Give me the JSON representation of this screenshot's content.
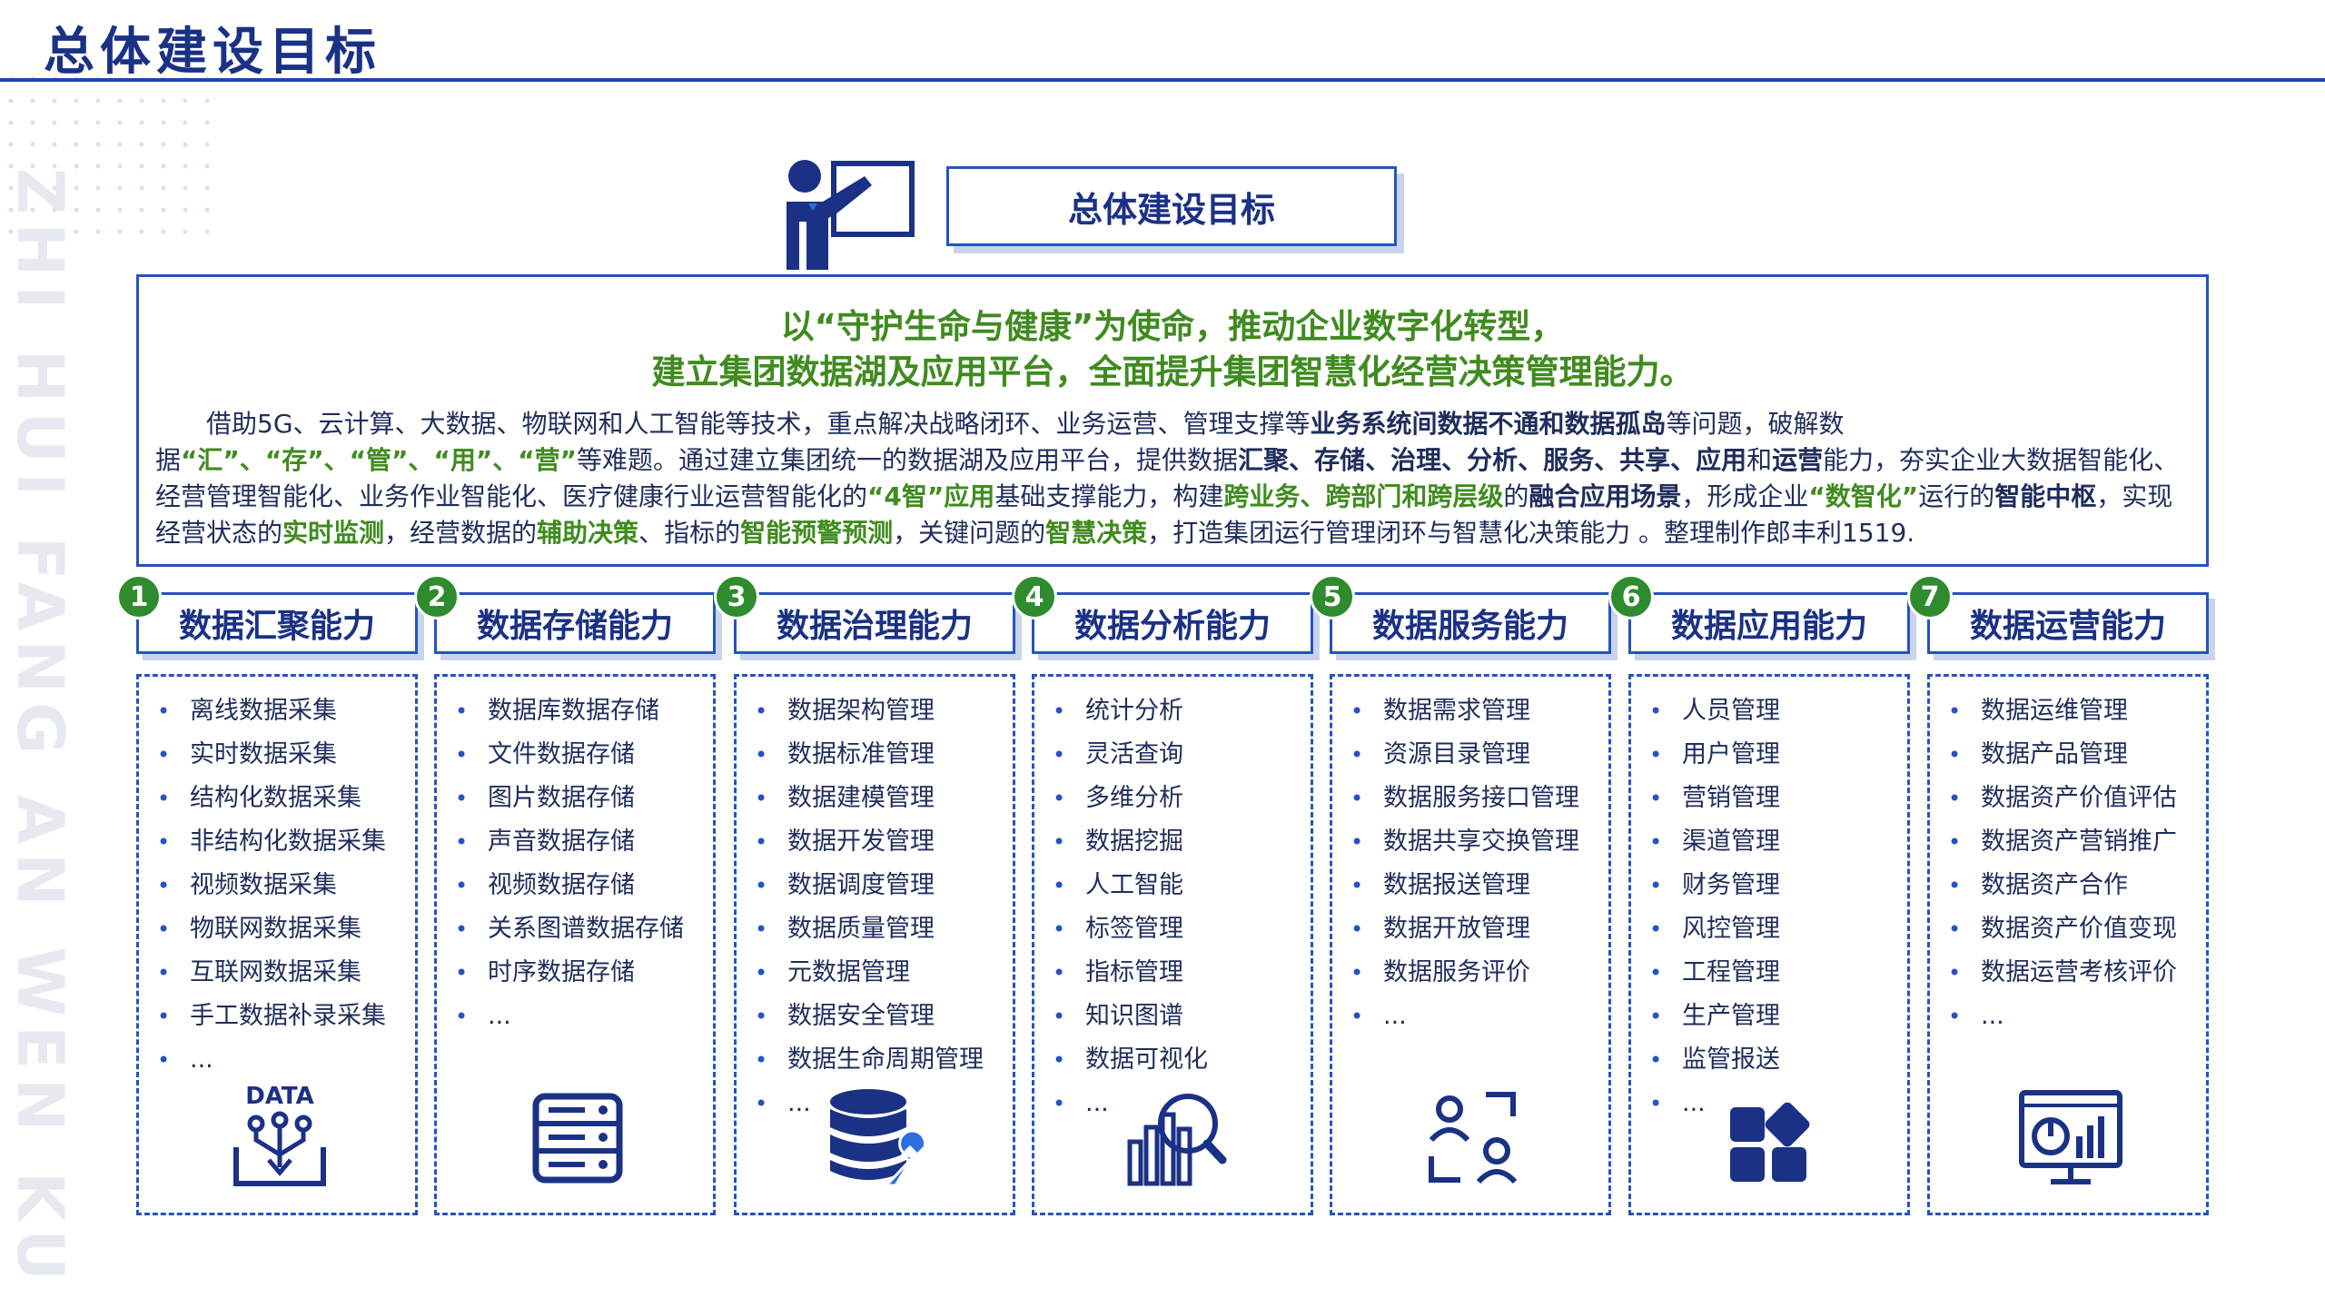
{
  "page": {
    "title": "总体建设目标"
  },
  "side_text": "ZHI HUI FANG AN WEN KU",
  "goal_box": {
    "label": "总体建设目标"
  },
  "mission": {
    "line1": "以“守护生命与健康”为使命，推动企业数字化转型，",
    "line2": "建立集团数据湖及应用平台，全面提升集团智慧化经营决策管理能力。",
    "desc": [
      {
        "t": "借助5G、云计算、大数据、物联网和人工智能等技术，重点解决战略闭环、业务运营、管理支撑等",
        "s": ""
      },
      {
        "t": "业务系统间数据不通和数据孤岛",
        "s": "d"
      },
      {
        "t": "等问题，破解数据",
        "s": ""
      },
      {
        "t": "“汇”、“存”、“管”、“用”、“营”",
        "s": "g"
      },
      {
        "t": "等难题。通过建立集团统一的数据湖及应用平台，提供数据",
        "s": ""
      },
      {
        "t": "汇聚、存储、治理、分析、服务、共享、应用",
        "s": "d"
      },
      {
        "t": "和",
        "s": ""
      },
      {
        "t": "运营",
        "s": "d"
      },
      {
        "t": "能力，夯实企业大数据智能化、经营管理智能化、业务作业智能化、医疗健康行业运营智能化的",
        "s": ""
      },
      {
        "t": "“4智”应用",
        "s": "g"
      },
      {
        "t": "基础支撑能力，构建",
        "s": ""
      },
      {
        "t": "跨业务、跨部门和跨层级",
        "s": "g"
      },
      {
        "t": "的",
        "s": ""
      },
      {
        "t": "融合应用场景",
        "s": "d"
      },
      {
        "t": "，形成企业",
        "s": ""
      },
      {
        "t": "“数智化”",
        "s": "g"
      },
      {
        "t": "运行的",
        "s": ""
      },
      {
        "t": "智能中枢",
        "s": "d"
      },
      {
        "t": "，实现经营状态的",
        "s": ""
      },
      {
        "t": "实时监测",
        "s": "g"
      },
      {
        "t": "，经营数据的",
        "s": ""
      },
      {
        "t": "辅助决策",
        "s": "g"
      },
      {
        "t": "、指标的",
        "s": ""
      },
      {
        "t": "智能预警预测",
        "s": "g"
      },
      {
        "t": "，关键问题的",
        "s": ""
      },
      {
        "t": "智慧决策",
        "s": "g"
      },
      {
        "t": "，打造集团运行管理闭环与智慧化决策能力 。整理制作郎丰利1519.",
        "s": ""
      }
    ]
  },
  "capabilities": [
    {
      "num": "1",
      "title": "数据汇聚能力",
      "icon": "data-flow-icon",
      "icon_text": "DATA",
      "items": [
        "离线数据采集",
        "实时数据采集",
        "结构化数据采集",
        "非结构化数据采集",
        "视频数据采集",
        "物联网数据采集",
        "互联网数据采集",
        "手工数据补录采集",
        "..."
      ]
    },
    {
      "num": "2",
      "title": "数据存储能力",
      "icon": "server-icon",
      "items": [
        "数据库数据存储",
        "文件数据存储",
        "图片数据存储",
        "声音数据存储",
        "视频数据存储",
        "关系图谱数据存储",
        "时序数据存储",
        "..."
      ]
    },
    {
      "num": "3",
      "title": "数据治理能力",
      "icon": "database-wrench-icon",
      "items": [
        "数据架构管理",
        "数据标准管理",
        "数据建模管理",
        "数据开发管理",
        "数据调度管理",
        "数据质量管理",
        "元数据管理",
        "数据安全管理",
        "数据生命周期管理",
        "..."
      ]
    },
    {
      "num": "4",
      "title": "数据分析能力",
      "icon": "chart-magnifier-icon",
      "items": [
        "统计分析",
        "灵活查询",
        "多维分析",
        "数据挖掘",
        "人工智能",
        "标签管理",
        "指标管理",
        "知识图谱",
        "数据可视化",
        "..."
      ]
    },
    {
      "num": "5",
      "title": "数据服务能力",
      "icon": "user-scan-icon",
      "items": [
        "数据需求管理",
        "资源目录管理",
        "数据服务接口管理",
        "数据共享交换管理",
        "数据报送管理",
        "数据开放管理",
        "数据服务评价",
        "..."
      ]
    },
    {
      "num": "6",
      "title": "数据应用能力",
      "icon": "apps-grid-icon",
      "items": [
        "人员管理",
        "用户管理",
        "营销管理",
        "渠道管理",
        "财务管理",
        "风控管理",
        "工程管理",
        "生产管理",
        "监管报送",
        "..."
      ]
    },
    {
      "num": "7",
      "title": "数据运营能力",
      "icon": "dashboard-monitor-icon",
      "items": [
        "数据运维管理",
        "数据产品管理",
        "数据资产价值评估",
        "数据资产营销推广",
        "数据资产合作",
        "数据资产价值变现",
        "数据运营考核评价",
        "",
        "..."
      ]
    }
  ]
}
